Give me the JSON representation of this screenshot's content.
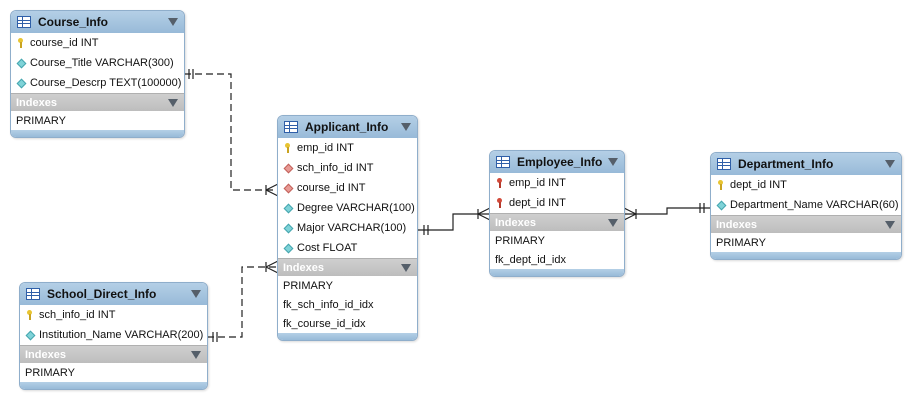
{
  "tables": [
    {
      "id": "course",
      "name": "Course_Info",
      "columns": [
        {
          "key": "pk",
          "text": "course_id INT"
        },
        {
          "key": "col",
          "text": "Course_Title VARCHAR(300)"
        },
        {
          "key": "col",
          "text": "Course_Descrp TEXT(100000)"
        }
      ],
      "indexes_label": "Indexes",
      "indexes": [
        "PRIMARY"
      ]
    },
    {
      "id": "applicant",
      "name": "Applicant_Info",
      "columns": [
        {
          "key": "pk",
          "text": "emp_id INT"
        },
        {
          "key": "fk",
          "text": "sch_info_id INT"
        },
        {
          "key": "fk",
          "text": "course_id INT"
        },
        {
          "key": "col",
          "text": "Degree VARCHAR(100)"
        },
        {
          "key": "col",
          "text": "Major VARCHAR(100)"
        },
        {
          "key": "col",
          "text": "Cost FLOAT"
        }
      ],
      "indexes_label": "Indexes",
      "indexes": [
        "PRIMARY",
        "fk_sch_info_id_idx",
        "fk_course_id_idx"
      ]
    },
    {
      "id": "employee",
      "name": "Employee_Info",
      "columns": [
        {
          "key": "pkfk",
          "text": "emp_id INT"
        },
        {
          "key": "pkfk",
          "text": "dept_id INT"
        }
      ],
      "indexes_label": "Indexes",
      "indexes": [
        "PRIMARY",
        "fk_dept_id_idx"
      ]
    },
    {
      "id": "department",
      "name": "Department_Info",
      "columns": [
        {
          "key": "pk",
          "text": "dept_id INT"
        },
        {
          "key": "col",
          "text": "Department_Name VARCHAR(60)"
        }
      ],
      "indexes_label": "Indexes",
      "indexes": [
        "PRIMARY"
      ]
    },
    {
      "id": "school",
      "name": "School_Direct_Info",
      "columns": [
        {
          "key": "pk",
          "text": "sch_info_id INT"
        },
        {
          "key": "col",
          "text": "Institution_Name VARCHAR(200)"
        }
      ],
      "indexes_label": "Indexes",
      "indexes": [
        "PRIMARY"
      ]
    }
  ],
  "relationships": [
    {
      "from": "course",
      "to": "applicant",
      "style": "dashed",
      "from_end": "one",
      "to_end": "many"
    },
    {
      "from": "school",
      "to": "applicant",
      "style": "dashed",
      "from_end": "one",
      "to_end": "many"
    },
    {
      "from": "applicant",
      "to": "employee",
      "style": "solid",
      "from_end": "one",
      "to_end": "many"
    },
    {
      "from": "department",
      "to": "employee",
      "style": "solid",
      "from_end": "one",
      "to_end": "many"
    }
  ],
  "colors": {
    "header": "#a6c5e0",
    "border": "#8faecb",
    "indexes_bar": "#c4c4c4",
    "line": "#222222"
  }
}
